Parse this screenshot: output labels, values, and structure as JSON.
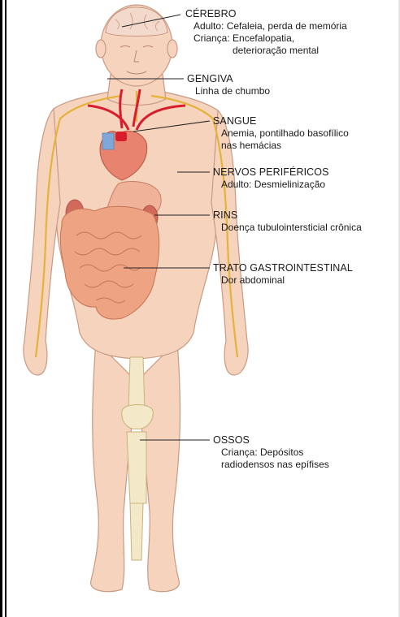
{
  "organs": {
    "cerebro": {
      "title": "CÉREBRO",
      "line1": "Adulto: Cefaleia, perda de memória",
      "line2": "Criança: Encefalopatia,",
      "line3": "deterioração mental"
    },
    "gengiva": {
      "title": "GENGIVA",
      "line1": "Linha de chumbo"
    },
    "sangue": {
      "title": "SANGUE",
      "line1": "Anemia, pontilhado basofílico",
      "line2": "nas hemácias"
    },
    "nervos": {
      "title": "NERVOS PERIFÉRICOS",
      "line1": "Adulto: Desmielinização"
    },
    "rins": {
      "title": "RINS",
      "line1": "Doença tubulointersticial crônica"
    },
    "trato": {
      "title": "TRATO GASTROINTESTINAL",
      "line1": "Dor abdominal"
    },
    "ossos": {
      "title": "OSSOS",
      "line1": "Criança: Depósitos",
      "line2": "radiodensos nas epífises"
    }
  },
  "colors": {
    "skin": "#f6d3bd",
    "skin_outline": "#c99a83",
    "nerve": "#e3b33a",
    "artery": "#d81e2c",
    "vein": "#7fa8d8",
    "gut": "#eea383",
    "bone": "#f3e9c9",
    "leader": "#222222"
  }
}
